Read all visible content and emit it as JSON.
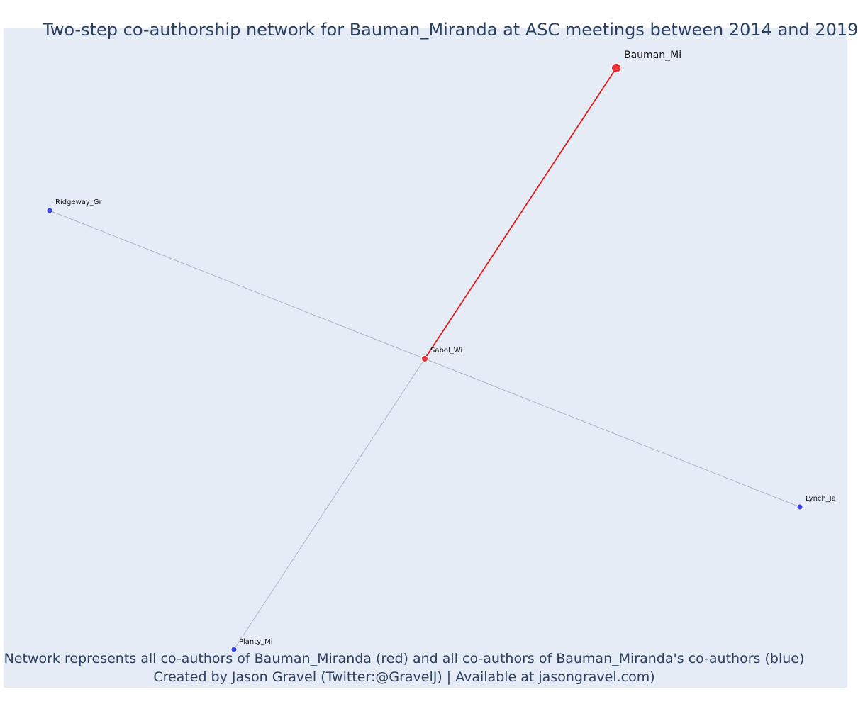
{
  "title": "Two-step co-authorship network for Bauman_Miranda at ASC meetings between 2014 and 2019",
  "caption_line1": "Network represents all co-authors of Bauman_Miranda (red) and all co-authors of Bauman_Miranda's co-authors (blue)",
  "caption_line2": "Created by Jason Gravel (Twitter:@GravelJ) | Available at jasongravel.com)",
  "colors": {
    "background": "#e5ecf6",
    "focal_edge": "#e31a1c",
    "other_edge": "#b0b4c4",
    "coauthor_node": "#e8333b",
    "second_step_node": "#3b46e8",
    "text": "#2a3f5f"
  },
  "nodes": [
    {
      "id": "Bauman_Mi",
      "label": "Bauman_Mi",
      "group": "focal"
    },
    {
      "id": "Sabol_Wi",
      "label": "Sabol_Wi",
      "group": "coauthor"
    },
    {
      "id": "Ridgeway_Gr",
      "label": "Ridgeway_Gr",
      "group": "second_step"
    },
    {
      "id": "Lynch_Ja",
      "label": "Lynch_Ja",
      "group": "second_step"
    },
    {
      "id": "Planty_Mi",
      "label": "Planty_Mi",
      "group": "second_step"
    }
  ],
  "edges": [
    {
      "source": "Bauman_Mi",
      "target": "Sabol_Wi",
      "type": "focal"
    },
    {
      "source": "Sabol_Wi",
      "target": "Ridgeway_Gr",
      "type": "other"
    },
    {
      "source": "Sabol_Wi",
      "target": "Lynch_Ja",
      "type": "other"
    },
    {
      "source": "Sabol_Wi",
      "target": "Planty_Mi",
      "type": "other"
    }
  ]
}
